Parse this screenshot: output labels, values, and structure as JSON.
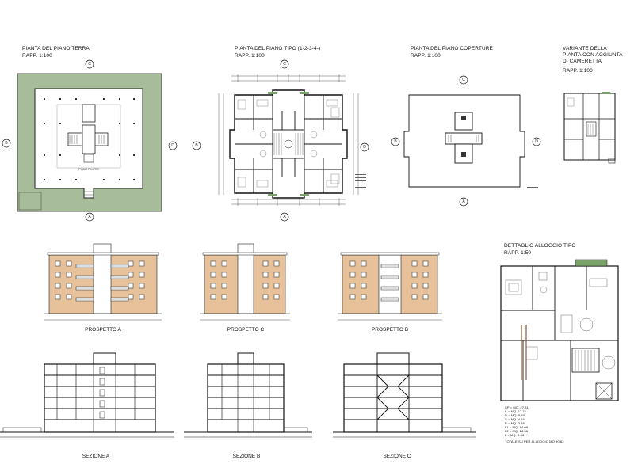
{
  "plans": {
    "ground": {
      "title": "PIANTA DEL PIANO TERRA",
      "scale": "RAPP. 1:100",
      "center_label": "PIANO PILOTIS"
    },
    "typical": {
      "title": "PIANTA DEL PIANO TIPO (1-2-3-4-)",
      "scale": "RAPP. 1:100"
    },
    "roof": {
      "title": "PIANTA DEL PIANO COPERTURE",
      "scale": "RAPP. 1:100"
    },
    "variant": {
      "title": "VARIANTE DELLA PIANTA CON AGGIUNTA DI CAMERETTA",
      "scale": "RAPP. 1:100"
    }
  },
  "axis_markers": [
    "A",
    "B",
    "C",
    "D"
  ],
  "elevations": [
    "PROSPETTO A",
    "PROSPETTO C",
    "PROSPETTO B"
  ],
  "sections": [
    "SEZIONE A",
    "SEZIONE B",
    "SEZIONE C"
  ],
  "detail": {
    "title": "DETTAGLIO ALLOGGIO TIPO",
    "scale": "RAPP. 1:50",
    "areas": [
      "SP = MQ. 27.81",
      "K = MQ. 12.71",
      "D = MQ. 8.40",
      "S = MQ. 4.64",
      "B = MQ. 3.85",
      "L1 = MQ. 14.09",
      "L2 = MQ. 14.38",
      "L = MQ. 9.08"
    ],
    "total": "TOTALE SU PER ALLOGGIO MQ 90.63"
  },
  "colors": {
    "green_area": "#a7bc99",
    "brick": "#e6c19a",
    "line": "#222222"
  }
}
